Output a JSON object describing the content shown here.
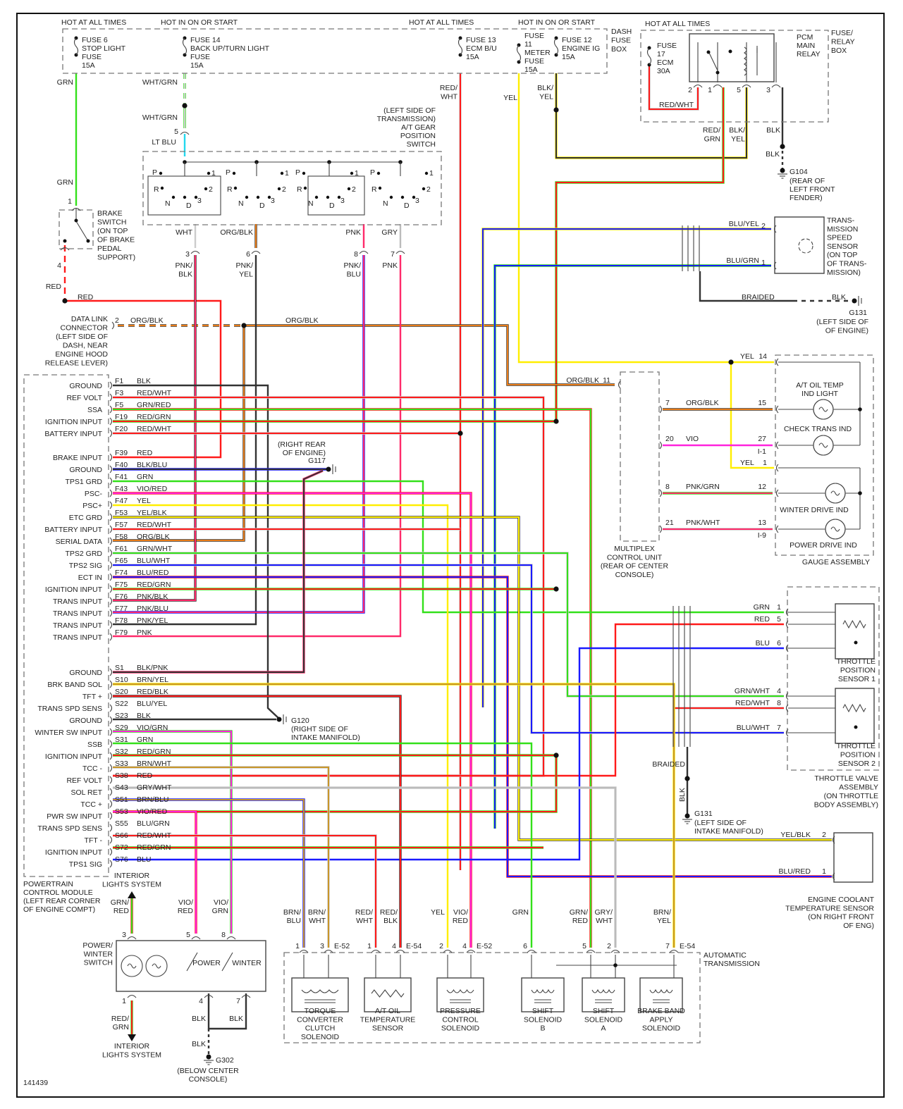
{
  "diagram_id": "141439",
  "power_headers": [
    "HOT AT ALL TIMES",
    "HOT IN ON OR START",
    "HOT AT ALL TIMES",
    "HOT IN ON OR START",
    "HOT AT ALL TIMES"
  ],
  "dash_fuse_box": {
    "label": [
      "DASH",
      "FUSE",
      "BOX"
    ],
    "fuses": [
      {
        "lines": [
          "FUSE 6",
          "STOP LIGHT",
          "FUSE",
          "15A"
        ],
        "wire": "GRN"
      },
      {
        "lines": [
          "FUSE 14",
          "BACK UP/TURN LIGHT",
          "FUSE",
          "15A"
        ],
        "wire": "WHT/GRN"
      },
      {
        "lines": [
          "FUSE 13",
          "ECM B/U",
          "15A"
        ],
        "wire": "RED/WHT"
      },
      {
        "lines": [
          "FUSE",
          "11",
          "METER",
          "FUSE",
          "15A"
        ],
        "wire": "YEL"
      },
      {
        "lines": [
          "FUSE 12",
          "ENGINE IG",
          "15A"
        ],
        "wire": "BLK/YEL"
      }
    ]
  },
  "fuse_relay_box": {
    "label": [
      "FUSE/",
      "RELAY",
      "BOX"
    ],
    "fuse": [
      "FUSE",
      "17",
      "ECM",
      "30A"
    ],
    "relay": [
      "PCM",
      "MAIN",
      "RELAY"
    ],
    "pins": [
      "2",
      "1",
      "5",
      "3"
    ],
    "wires": {
      "internal": "RED/WHT",
      "pin1": [
        "RED/",
        "GRN"
      ],
      "pin5": [
        "BLK/",
        "YEL"
      ],
      "pin3": "BLK",
      "ground_wire": "BLK"
    },
    "ground": {
      "id": "G104",
      "location": [
        "(REAR OF",
        "LEFT FRONT",
        "FENDER)"
      ]
    }
  },
  "gear_switch": {
    "label": [
      "(LEFT SIDE OF",
      "TRANSMISSION)",
      "A/T GEAR",
      "POSITION",
      "SWITCH"
    ],
    "input": {
      "wire_upper": "WHT/GRN",
      "wire_lower": "WHT/GRN",
      "connector": "5",
      "wire_out": "LT BLU"
    },
    "positions": [
      "P",
      "R",
      "N",
      "D",
      "3",
      "2",
      "1"
    ],
    "outputs": [
      {
        "wire": "WHT",
        "connector": "3",
        "harness": [
          "PNK/",
          "BLK"
        ]
      },
      {
        "wire": "ORG/BLK",
        "connector": "6",
        "harness": [
          "PNK/",
          "YEL"
        ]
      },
      {
        "wire": "PNK",
        "connector": "8",
        "harness": [
          "PNK/",
          "BLU"
        ]
      },
      {
        "wire": "GRY",
        "connector": "7",
        "harness": [
          "PNK"
        ]
      }
    ]
  },
  "brake_switch": {
    "label": [
      "BRAKE",
      "SWITCH",
      "(ON TOP",
      "OF BRAKE",
      "PEDAL",
      "SUPPORT)"
    ],
    "pin_in": "1",
    "wire_in": "GRN",
    "pin_out": "4",
    "wire_out": "RED",
    "wire_out2": "RED"
  },
  "data_link": {
    "label": [
      "DATA LINK",
      "CONNECTOR",
      "(LEFT SIDE OF",
      "DASH, NEAR",
      "ENGINE HOOD",
      "RELEASE LEVER)"
    ],
    "pin": "2",
    "wire": "ORG/BLK",
    "wire2": "ORG/BLK"
  },
  "pcm": {
    "label": [
      "POWERTRAIN",
      "CONTROL MODULE",
      "(LEFT REAR CORNER",
      "OF ENGINE COMPT)"
    ],
    "f_pins": [
      {
        "name": "GROUND",
        "pin": "F1",
        "wire": "BLK"
      },
      {
        "name": "REF VOLT",
        "pin": "F3",
        "wire": "RED/WHT"
      },
      {
        "name": "SSA",
        "pin": "F5",
        "wire": "GRN/RED"
      },
      {
        "name": "IGNITION INPUT",
        "pin": "F19",
        "wire": "RED/GRN"
      },
      {
        "name": "BATTERY INPUT",
        "pin": "F20",
        "wire": "RED/WHT"
      },
      {
        "name": "BRAKE INPUT",
        "pin": "F39",
        "wire": "RED"
      },
      {
        "name": "GROUND",
        "pin": "F40",
        "wire": "BLK/BLU"
      },
      {
        "name": "TPS1 GRD",
        "pin": "F41",
        "wire": "GRN"
      },
      {
        "name": "PSC-",
        "pin": "F43",
        "wire": "VIO/RED"
      },
      {
        "name": "PSC+",
        "pin": "F47",
        "wire": "YEL"
      },
      {
        "name": "ETC GRD",
        "pin": "F53",
        "wire": "YEL/BLK"
      },
      {
        "name": "BATTERY INPUT",
        "pin": "F57",
        "wire": "RED/WHT"
      },
      {
        "name": "SERIAL DATA",
        "pin": "F58",
        "wire": "ORG/BLK"
      },
      {
        "name": "TPS2 GRD",
        "pin": "F61",
        "wire": "GRN/WHT"
      },
      {
        "name": "TPS2 SIG",
        "pin": "F65",
        "wire": "BLU/WHT"
      },
      {
        "name": "ECT IN",
        "pin": "F74",
        "wire": "BLU/RED"
      },
      {
        "name": "IGNITION INPUT",
        "pin": "F75",
        "wire": "RED/GRN"
      },
      {
        "name": "TRANS INPUT",
        "pin": "F76",
        "wire": "PNK/BLK"
      },
      {
        "name": "TRANS INPUT",
        "pin": "F77",
        "wire": "PNK/BLU"
      },
      {
        "name": "TRANS INPUT",
        "pin": "F78",
        "wire": "PNK/YEL"
      },
      {
        "name": "TRANS INPUT",
        "pin": "F79",
        "wire": "PNK"
      }
    ],
    "s_pins": [
      {
        "name": "GROUND",
        "pin": "S1",
        "wire": "BLK/PNK"
      },
      {
        "name": "BRK BAND SOL",
        "pin": "S10",
        "wire": "BRN/YEL"
      },
      {
        "name": "TFT +",
        "pin": "S20",
        "wire": "RED/BLK"
      },
      {
        "name": "TRANS SPD SENS",
        "pin": "S22",
        "wire": "BLU/YEL"
      },
      {
        "name": "GROUND",
        "pin": "S23",
        "wire": "BLK"
      },
      {
        "name": "WINTER SW INPUT",
        "pin": "S29",
        "wire": "VIO/GRN"
      },
      {
        "name": "SSB",
        "pin": "S31",
        "wire": "GRN"
      },
      {
        "name": "IGNITION INPUT",
        "pin": "S32",
        "wire": "RED/GRN"
      },
      {
        "name": "TCC -",
        "pin": "S33",
        "wire": "BRN/WHT"
      },
      {
        "name": "REF VOLT",
        "pin": "S38",
        "wire": "RED"
      },
      {
        "name": "SOL RET",
        "pin": "S43",
        "wire": "GRY/WHT"
      },
      {
        "name": "TCC +",
        "pin": "S51",
        "wire": "BRN/BLU"
      },
      {
        "name": "PWR SW INPUT",
        "pin": "S53",
        "wire": "VIO/RED"
      },
      {
        "name": "TRANS SPD SENS",
        "pin": "S55",
        "wire": "BLU/GRN"
      },
      {
        "name": "TFT -",
        "pin": "S66",
        "wire": "RED/WHT"
      },
      {
        "name": "IGNITION INPUT",
        "pin": "S72",
        "wire": "RED/GRN"
      },
      {
        "name": "TPS1 SIG",
        "pin": "S76",
        "wire": "BLU"
      }
    ]
  },
  "grounds": {
    "g117": {
      "id": "G117",
      "location": [
        "(RIGHT REAR",
        "OF ENGINE)"
      ]
    },
    "g120": {
      "id": "G120",
      "location": [
        "(RIGHT SIDE OF",
        "INTAKE MANIFOLD)"
      ]
    },
    "g131_engine": {
      "id": "G131",
      "location": [
        "(LEFT SIDE OF",
        "OF ENGINE)"
      ],
      "wire_a": "BRAIDED",
      "wire_b": "BLK"
    },
    "g131_intake": {
      "id": "G131",
      "location": [
        "(LEFT SIDE OF",
        "INTAKE MANIFOLD)"
      ],
      "wire_a": "BRAIDED",
      "wire_b": "BLK"
    },
    "g302": {
      "id": "G302",
      "location": [
        "(BELOW CENTER",
        "CONSOLE)"
      ]
    }
  },
  "speed_sensor": {
    "label": [
      "TRANS-",
      "MISSION",
      "SPEED",
      "SENSOR",
      "(ON TOP",
      "OF TRANS-",
      "MISSION)"
    ],
    "pins": [
      {
        "pin": "2",
        "wire": "BLU/YEL"
      },
      {
        "pin": "1",
        "wire": "BLU/GRN"
      }
    ]
  },
  "multiplex": {
    "label": [
      "MULTIPLEX",
      "CONTROL UNIT",
      "(REAR OF CENTER",
      "CONSOLE)"
    ],
    "in": {
      "pin": "11",
      "wire": "ORG/BLK"
    },
    "outs": [
      {
        "pin": "7",
        "wire": "ORG/BLK",
        "gpin": "15"
      },
      {
        "pin": "20",
        "wire": "VIO",
        "gpin": "27",
        "sub": "I-1"
      },
      {
        "pin": "8",
        "wire": "PNK/GRN",
        "gpin": "12"
      },
      {
        "pin": "21",
        "wire": "PNK/WHT",
        "gpin": "13",
        "sub": "I-9"
      }
    ]
  },
  "gauge": {
    "label": "GAUGE ASSEMBLY",
    "yel_pins": [
      {
        "wire": "YEL",
        "pin": "14"
      },
      {
        "wire": "YEL",
        "pin": "1"
      }
    ],
    "indicators": [
      "A/T OIL TEMP",
      "IND LIGHT",
      "CHECK TRANS IND",
      "WINTER DRIVE IND",
      "POWER DRIVE IND"
    ]
  },
  "throttle": {
    "label": [
      "THROTTLE VALVE",
      "ASSEMBLY",
      "(ON THROTTLE",
      "BODY ASSEMBLY)"
    ],
    "tps1": {
      "label": [
        "THROTTLE",
        "POSITION",
        "SENSOR 1"
      ],
      "pins": [
        {
          "wire": "GRN",
          "pin": "1"
        },
        {
          "wire": "RED",
          "pin": "5"
        },
        {
          "wire": "BLU",
          "pin": "6"
        }
      ]
    },
    "tps2": {
      "label": [
        "THROTTLE",
        "POSITION",
        "SENSOR 2"
      ],
      "pins": [
        {
          "wire": "GRN/WHT",
          "pin": "4"
        },
        {
          "wire": "RED/WHT",
          "pin": "8"
        },
        {
          "wire": "BLU/WHT",
          "pin": "7"
        }
      ]
    }
  },
  "ect": {
    "label": [
      "ENGINE COOLANT",
      "TEMPERATURE SENSOR",
      "(ON RIGHT FRONT",
      "OF ENG)"
    ],
    "pins": [
      {
        "wire": "YEL/BLK",
        "pin": "2"
      },
      {
        "wire": "BLU/RED",
        "pin": "1"
      }
    ]
  },
  "pw_switch": {
    "label": [
      "POWER/",
      "WINTER",
      "SWITCH"
    ],
    "interior_top": [
      "INTERIOR",
      "LIGHTS SYSTEM"
    ],
    "interior_bottom": [
      "INTERIOR",
      "LIGHTS SYSTEM"
    ],
    "top_wires": [
      {
        "pin": "3",
        "wire": [
          "GRN/",
          "RED"
        ]
      },
      {
        "pin": "5",
        "wire": [
          "VIO/",
          "RED"
        ]
      },
      {
        "pin": "8",
        "wire": [
          "VIO/",
          "GRN"
        ]
      }
    ],
    "bottom_wires": [
      {
        "pin": "1",
        "wire": [
          "RED/",
          "GRN"
        ]
      },
      {
        "pin": "4",
        "wire": [
          "BLK"
        ]
      },
      {
        "pin": "7",
        "wire": [
          "BLK"
        ]
      }
    ],
    "ground_wire": "BLK",
    "switch_labels": [
      "POWER",
      "WINTER"
    ]
  },
  "transmission": {
    "label": [
      "AUTOMATIC",
      "TRANSMISSION"
    ],
    "connectors": [
      {
        "pin": "1",
        "wire": [
          "BRN/",
          "BLU"
        ]
      },
      {
        "pin": "3",
        "wire": [
          "BRN/",
          "WHT"
        ],
        "conn": "E-52"
      },
      {
        "pin": "1",
        "wire": [
          "RED/",
          "WHT"
        ]
      },
      {
        "pin": "4",
        "wire": [
          "RED/",
          "BLK"
        ],
        "conn": "E-54"
      },
      {
        "pin": "2",
        "wire": [
          "YEL"
        ]
      },
      {
        "pin": "4",
        "wire": [
          "VIO/",
          "RED"
        ],
        "conn": "E-52"
      },
      {
        "pin": "6",
        "wire": [
          "GRN"
        ]
      },
      {
        "pin": "5",
        "wire": [
          "GRN/",
          "RED"
        ]
      },
      {
        "pin": "2",
        "wire": [
          "GRY/",
          "WHT"
        ]
      },
      {
        "pin": "7",
        "wire": [
          "BRN/",
          "YEL"
        ],
        "conn": "E-54"
      }
    ],
    "components": [
      [
        "TORQUE",
        "CONVERTER",
        "CLUTCH",
        "SOLENOID"
      ],
      [
        "A/T OIL",
        "TEMPERATURE",
        "SENSOR"
      ],
      [
        "PRESSURE",
        "CONTROL",
        "SOLENOID"
      ],
      [
        "SHIFT",
        "SOLENOID",
        "B"
      ],
      [
        "SHIFT",
        "SOLENOID",
        "A"
      ],
      [
        "BRAKE BAND",
        "APPLY",
        "SOLENOID"
      ]
    ]
  },
  "colors": {
    "RED": "#ff1a1a",
    "GRN": "#33e01a",
    "BLU": "#1a1aff",
    "YEL": "#ffee00",
    "BLK": "#333333",
    "ORG": "#e87d1a",
    "PNK": "#ff2a6a",
    "VIO": "#ff22dd",
    "WHT": "#cccccc",
    "GRY": "#bbbbbb",
    "BRN": "#c8962a",
    "LTBLU": "#22d8ee"
  }
}
